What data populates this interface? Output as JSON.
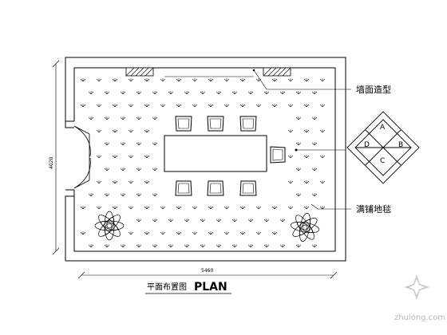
{
  "drawing": {
    "callout_wall": "墙面造型",
    "callout_carpet": "满铺地毯",
    "dim_width": "5460",
    "dim_height": "4020",
    "title_cn": "平面布置图",
    "title_en": "PLAN"
  },
  "key": {
    "a": "A",
    "b": "B",
    "c": "C",
    "d": "D"
  },
  "watermark": {
    "text": "zhulong.com"
  }
}
